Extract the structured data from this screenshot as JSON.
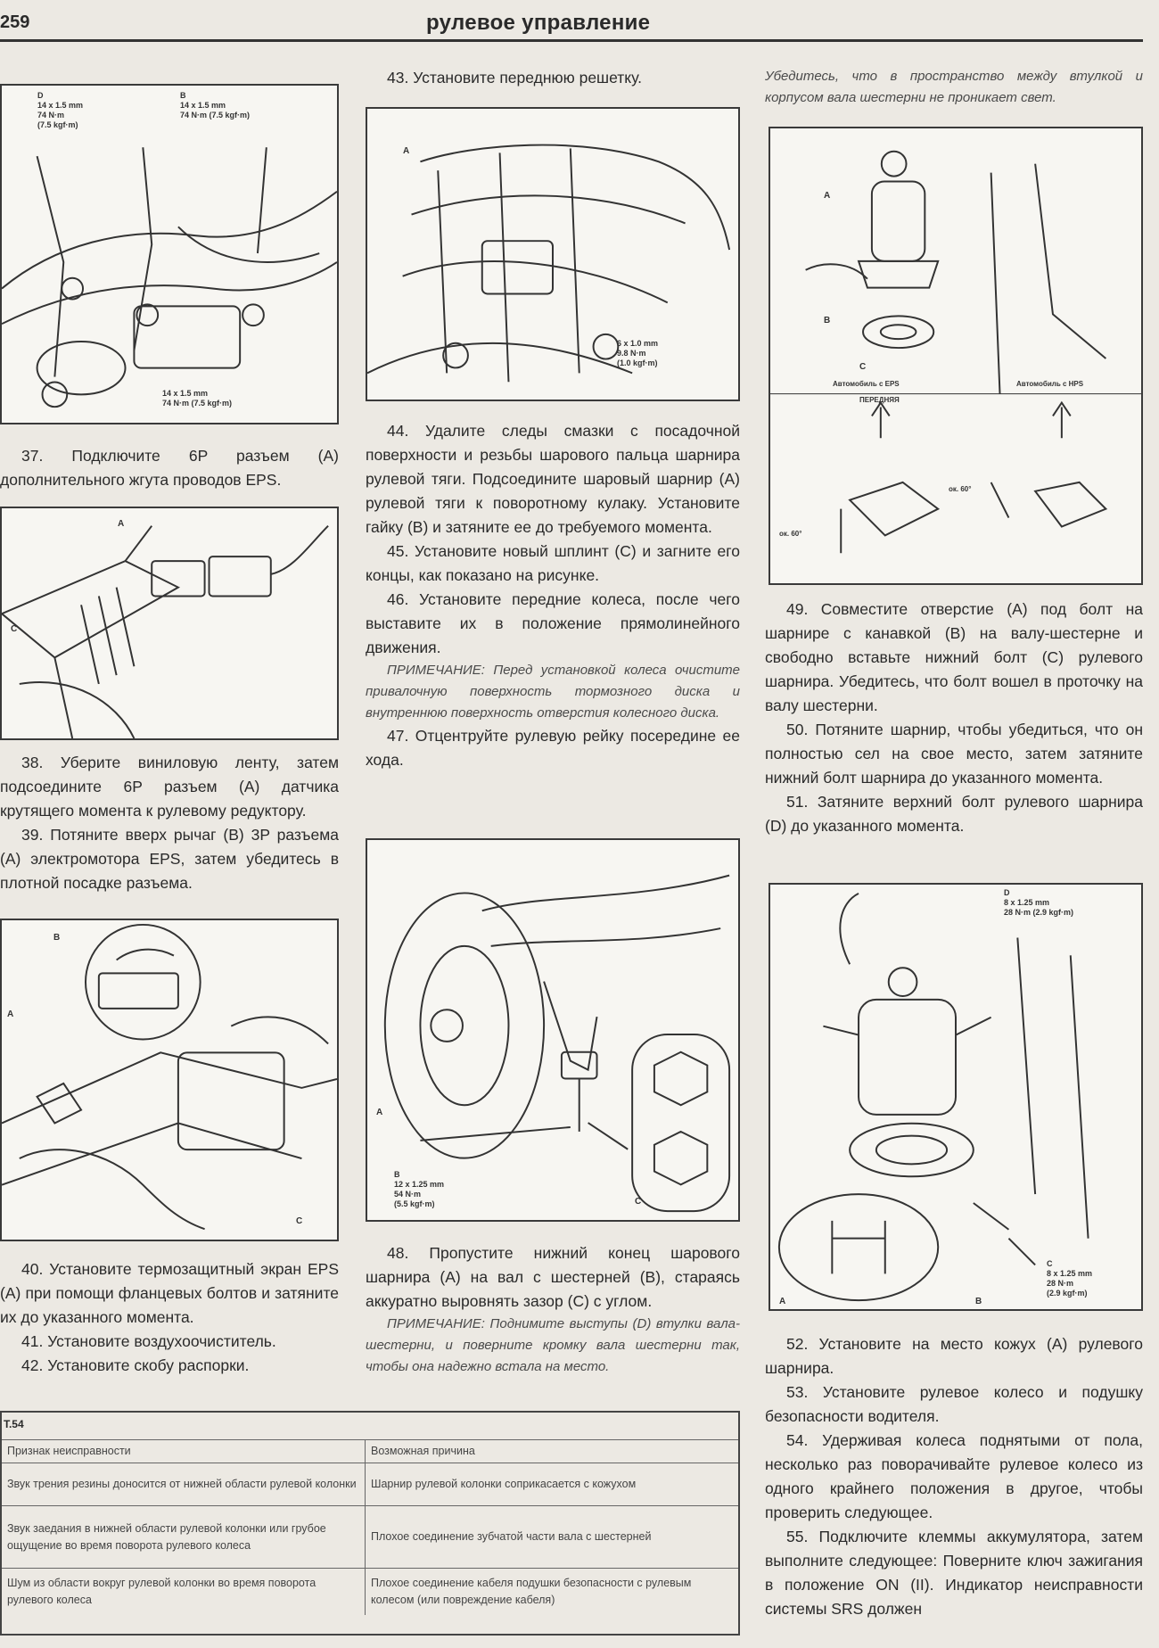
{
  "header": {
    "page_number": "259",
    "title": "рулевое управление"
  },
  "column_a": {
    "fig1": {
      "cap_d": "D\n14 x 1.5 mm\n74 N·m\n(7.5 kgf·m)",
      "cap_b": "B\n14 x 1.5 mm\n74 N·m (7.5 kgf·m)",
      "cap_bottom": "14 x 1.5 mm\n74 N·m (7.5 kgf·m)"
    },
    "para_37": "37. Подключите 6P разъем (A) дополнительного жгута проводов EPS.",
    "fig2": {
      "label_a": "A",
      "label_c": "C"
    },
    "para_38": "38. Уберите виниловую ленту, затем подсоедините 6P разъем (A) датчика крутящего момента к рулевому редуктору.",
    "para_39": "39. Потяните вверх рычаг (B) 3P разъема (A) электромотора EPS, затем убедитесь в плотной посадке разъема.",
    "fig3": {
      "label_a": "A",
      "label_b": "B",
      "label_c": "C"
    },
    "para_40": "40. Установите термозащитный экран EPS (A) при помощи фланцевых болтов и затяните их до указанного момента.",
    "para_41": "41. Установите воздухоочиститель.",
    "para_42": "42. Установите скобу распорки."
  },
  "column_b": {
    "para_43": "43. Установите переднюю решетку.",
    "fig4": {
      "label_a": "A",
      "cap": "6 x 1.0 mm\n9.8 N·m\n(1.0 kgf·m)"
    },
    "para_44": "44. Удалите следы смазки с посадочной поверхности и резьбы шарового пальца шарнира рулевой тяги. Подсоедините шаровый шарнир (A) рулевой тяги к поворотному кулаку. Установите гайку (B) и затяните ее до требуемого момента.",
    "para_45": "45. Установите новый шплинт (C) и загните его концы, как показано на рисунке.",
    "para_46": "46. Установите передние колеса, после чего выставите их в положение прямолинейного движения.",
    "note_46": "ПРИМЕЧАНИЕ: Перед установкой колеса очистите привалочную поверхность тормозного диска и внутреннюю поверхность отверстия колесного диска.",
    "para_47": "47. Отцентруйте рулевую рейку посередине ее хода.",
    "fig5": {
      "label_a": "A",
      "label_c": "C",
      "cap_b": "B\n12 x 1.25 mm\n54 N·m\n(5.5 kgf·m)"
    },
    "para_48": "48. Пропустите нижний конец шарового шарнира (A) на вал с шестерней (B), стараясь аккуратно выровнять зазор (C) с углом.",
    "note_48": "ПРИМЕЧАНИЕ: Поднимите выступы (D) втулки вала-шестерни, и поверните кромку вала шестерни так, чтобы она надежно встала на место."
  },
  "column_c": {
    "para_intro": "Убедитесь, что в пространство между втулкой и корпусом вала шестерни не проникает свет.",
    "fig6": {
      "label_a": "A",
      "label_b": "B",
      "label_c": "C",
      "label_left": "Автомобиль с EPS",
      "label_right": "Автомобиль с HPS",
      "label_arrow": "ПЕРЕДНЯЯ",
      "label_angle_a": "ок. 60°",
      "label_angle_b": "ок. 60°"
    },
    "para_49": "49. Совместите отверстие (A) под болт на шарнире с канавкой (B) на валу-шестерне и свободно вставьте нижний болт (C) рулевого шарнира. Убедитесь, что болт вошел в проточку на валу шестерни.",
    "para_50": "50. Потяните шарнир, чтобы убедиться, что он полностью сел на свое место, затем затяните нижний болт шарнира до указанного момента.",
    "para_51": "51. Затяните верхний болт рулевого шарнира (D) до указанного момента.",
    "fig7": {
      "cap_d": "D\n8 x 1.25 mm\n28 N·m (2.9 kgf·m)",
      "cap_c": "C\n8 x 1.25 mm\n28 N·m\n(2.9 kgf·m)",
      "label_a": "A",
      "label_b": "B"
    },
    "para_52": "52. Установите на место кожух (A) рулевого шарнира.",
    "para_53": "53. Установите рулевое колесо и подушку безопасности водителя.",
    "para_54": "54. Удерживая колеса поднятыми от пола, несколько раз поворачивайте рулевое колесо из одного крайнего положения в другое, чтобы проверить следующее.",
    "para_55": "55. Подключите клеммы аккумулятора, затем выполните следующее: Поверните ключ зажигания в положение ON (II). Индикатор неисправности системы SRS должен"
  },
  "table": {
    "title": "Т.54",
    "header": [
      "Признак неисправности",
      "Возможная причина"
    ],
    "rows": [
      [
        "Звук трения резины доносится от нижней области рулевой колонки",
        "Шарнир рулевой колонки соприкасается с кожухом"
      ],
      [
        "Звук заедания в нижней области рулевой колонки или грубое ощущение во время поворота рулевого колеса",
        "Плохое соединение зубчатой части вала с шестерней"
      ],
      [
        "Шум из области вокруг рулевой колонки во время поворота рулевого колеса",
        "Плохое соединение кабеля подушки безопасности с рулевым колесом (или повреждение кабеля)"
      ]
    ]
  }
}
